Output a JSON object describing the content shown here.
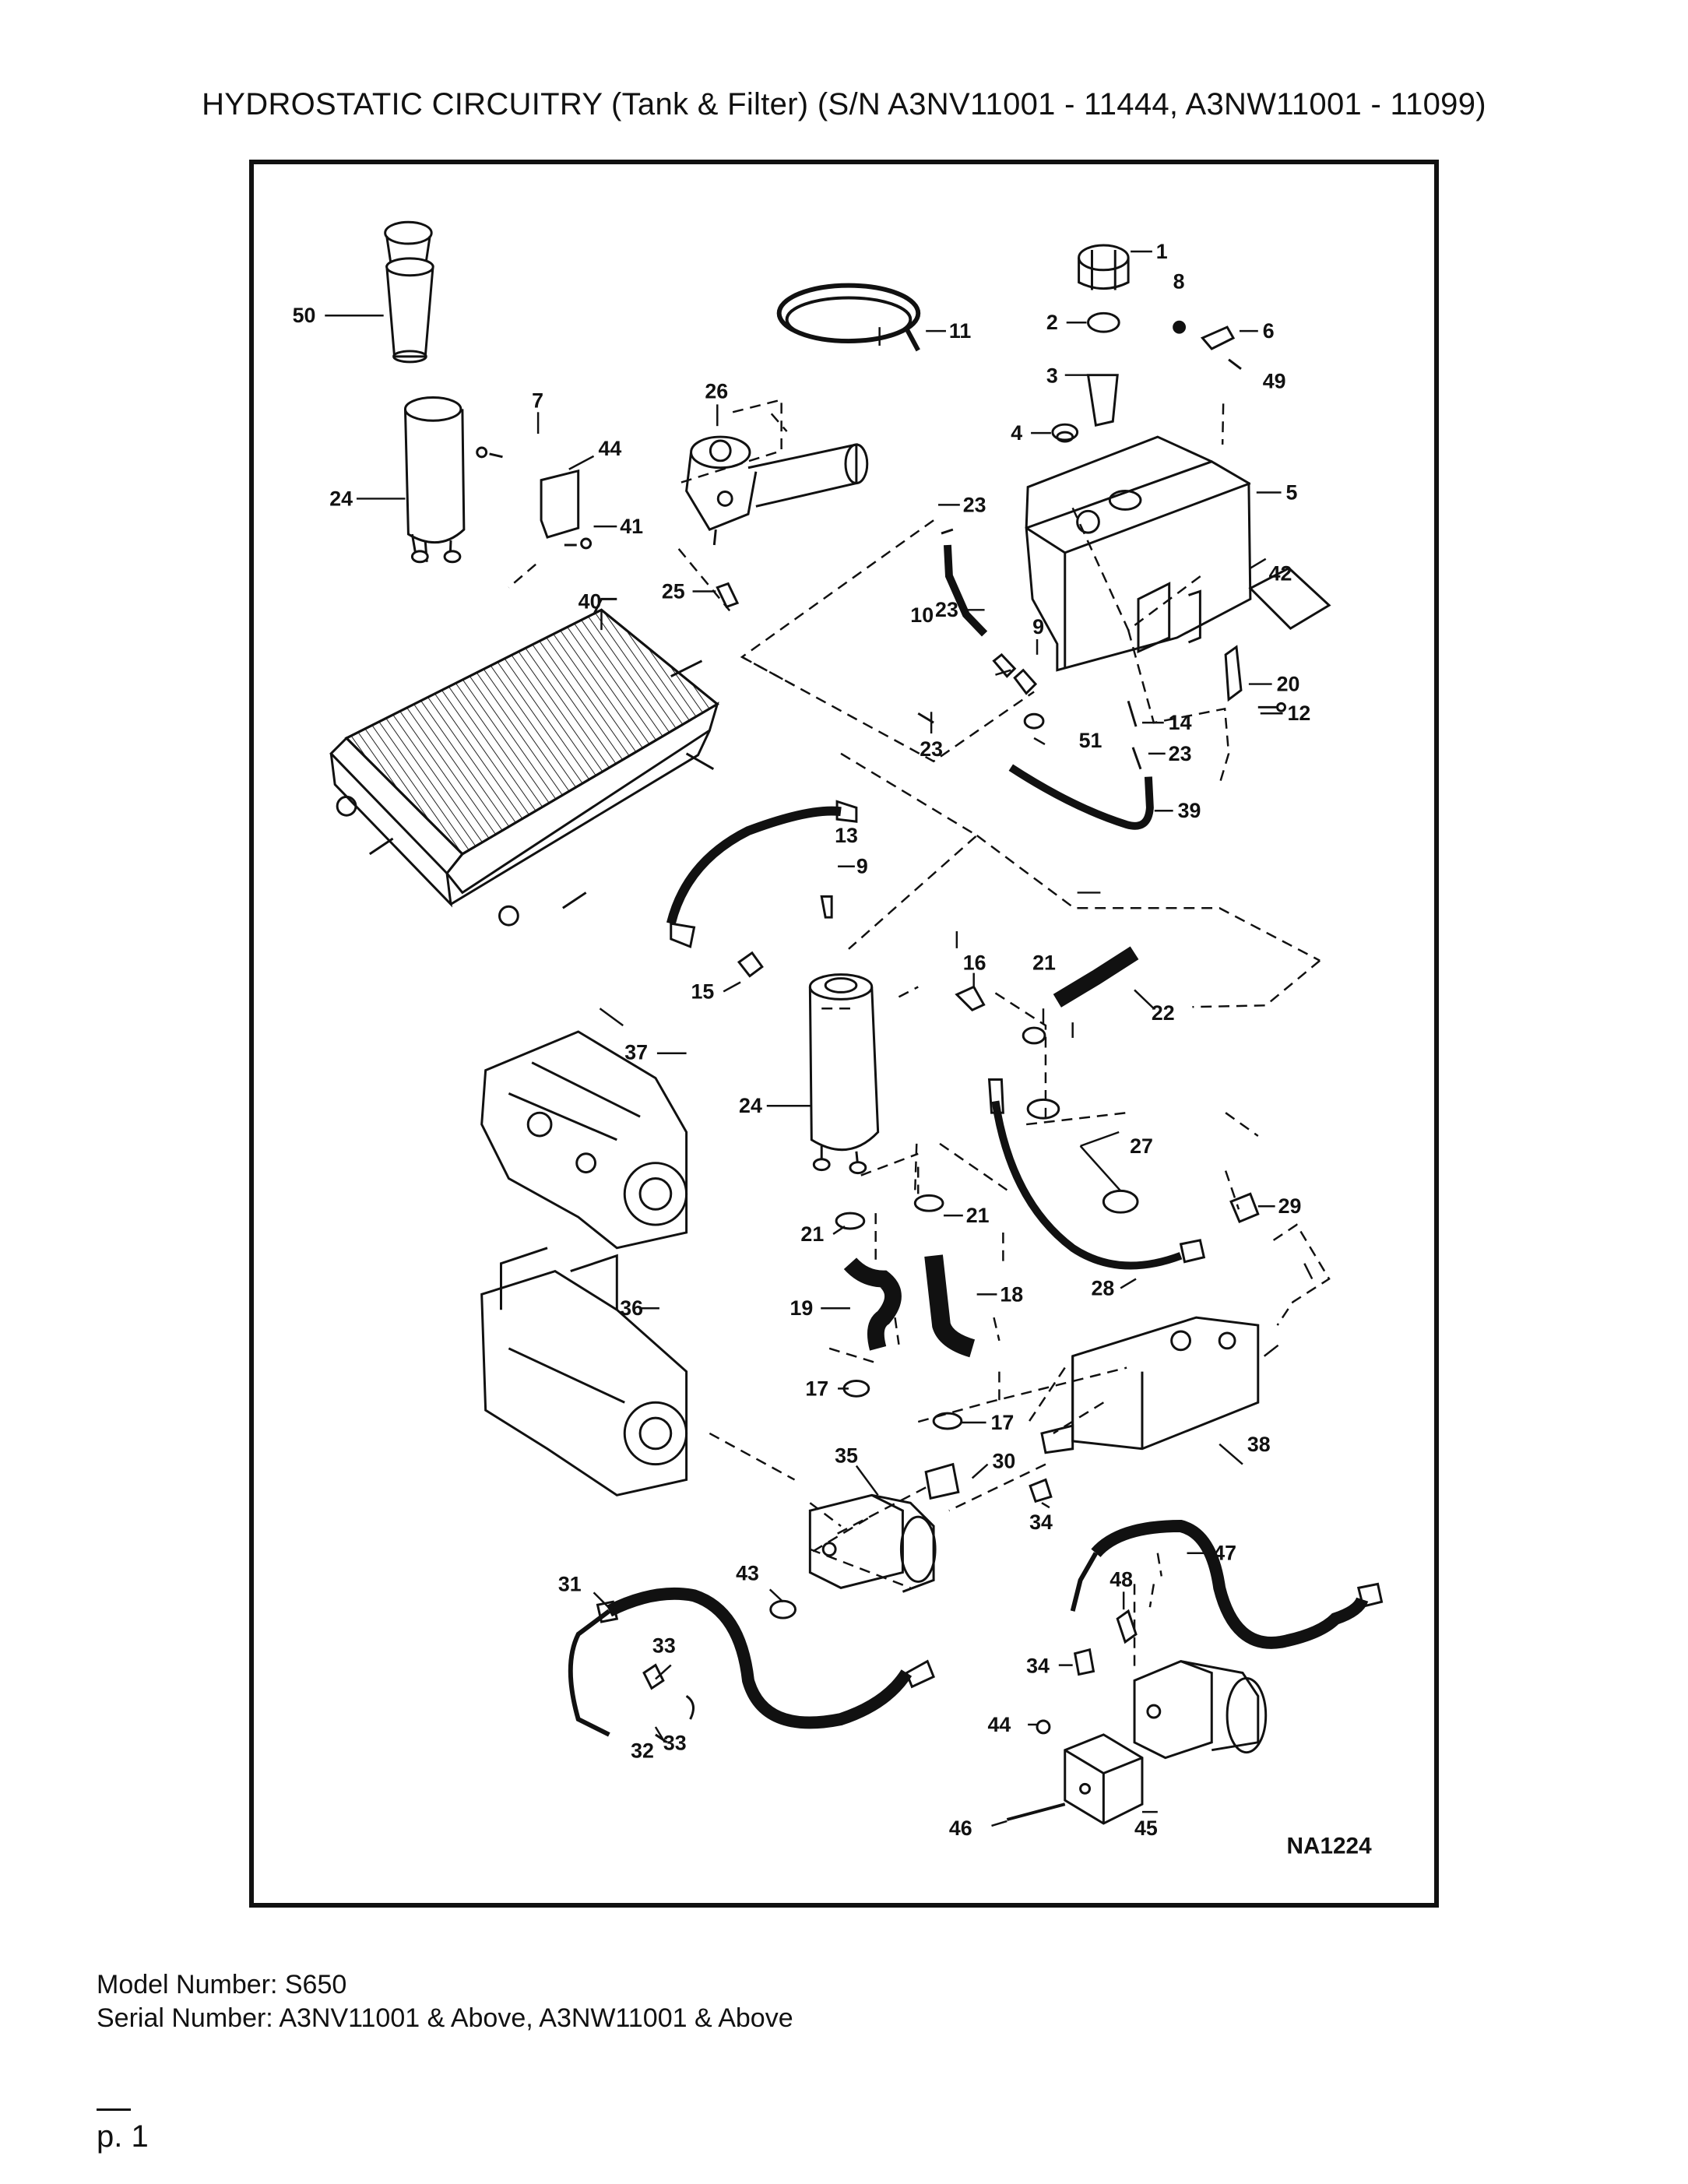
{
  "title": "HYDROSTATIC CIRCUITRY (Tank & Filter) (S/N A3NV11001 - 11444, A3NW11001 - 11099)",
  "diagram": {
    "id_label": "NA1224",
    "callouts": [
      {
        "num": "1"
      },
      {
        "num": "2"
      },
      {
        "num": "3"
      },
      {
        "num": "4"
      },
      {
        "num": "5"
      },
      {
        "num": "6"
      },
      {
        "num": "7"
      },
      {
        "num": "8"
      },
      {
        "num": "9"
      },
      {
        "num": "9"
      },
      {
        "num": "10"
      },
      {
        "num": "11"
      },
      {
        "num": "12"
      },
      {
        "num": "13"
      },
      {
        "num": "14"
      },
      {
        "num": "15"
      },
      {
        "num": "16"
      },
      {
        "num": "17"
      },
      {
        "num": "17"
      },
      {
        "num": "18"
      },
      {
        "num": "19"
      },
      {
        "num": "20"
      },
      {
        "num": "21"
      },
      {
        "num": "21"
      },
      {
        "num": "21"
      },
      {
        "num": "22"
      },
      {
        "num": "23"
      },
      {
        "num": "23"
      },
      {
        "num": "23"
      },
      {
        "num": "23"
      },
      {
        "num": "24"
      },
      {
        "num": "24"
      },
      {
        "num": "25"
      },
      {
        "num": "26"
      },
      {
        "num": "27"
      },
      {
        "num": "28"
      },
      {
        "num": "29"
      },
      {
        "num": "30"
      },
      {
        "num": "31"
      },
      {
        "num": "32"
      },
      {
        "num": "33"
      },
      {
        "num": "33"
      },
      {
        "num": "34"
      },
      {
        "num": "34"
      },
      {
        "num": "35"
      },
      {
        "num": "36"
      },
      {
        "num": "37"
      },
      {
        "num": "38"
      },
      {
        "num": "39"
      },
      {
        "num": "40"
      },
      {
        "num": "41"
      },
      {
        "num": "42"
      },
      {
        "num": "43"
      },
      {
        "num": "44"
      },
      {
        "num": "44"
      },
      {
        "num": "45"
      },
      {
        "num": "46"
      },
      {
        "num": "47"
      },
      {
        "num": "48"
      },
      {
        "num": "49"
      },
      {
        "num": "50"
      },
      {
        "num": "51"
      }
    ]
  },
  "footer": {
    "model": "Model Number: S650",
    "serial": "Serial Number: A3NV11001 & Above, A3NW11001 & Above",
    "page": "p. 1"
  }
}
